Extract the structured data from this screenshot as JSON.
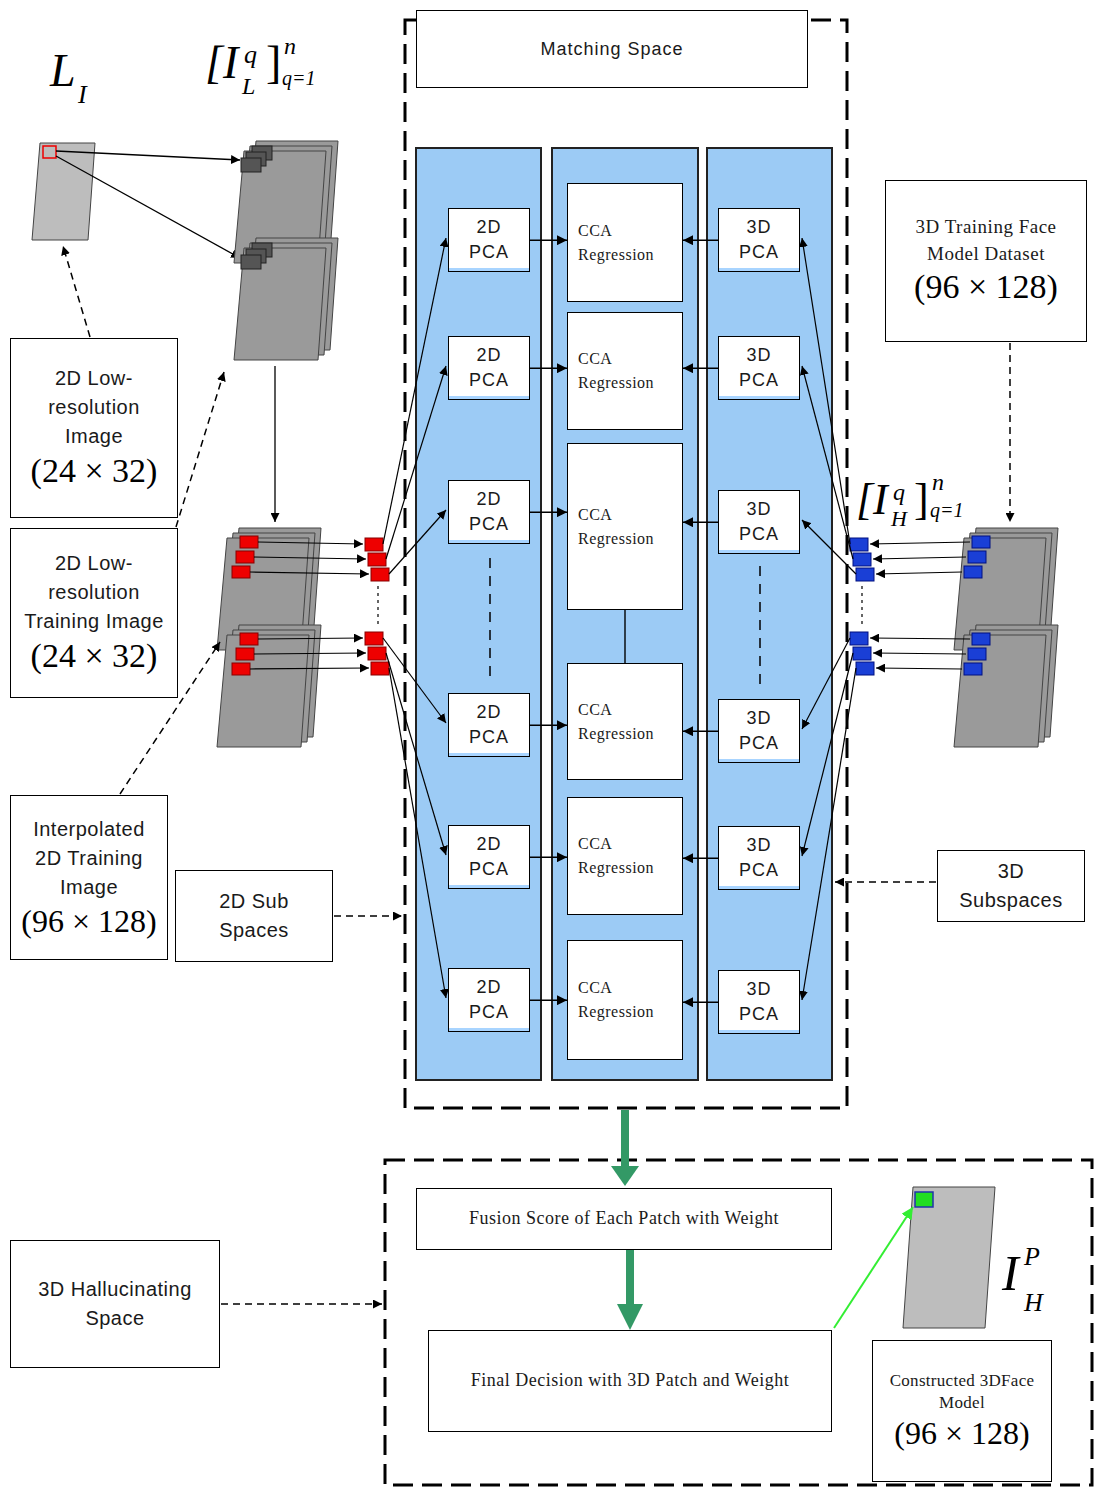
{
  "diagram": {
    "nodes": [
      {
        "text": [
          "Matching Space"
        ]
      },
      {
        "text": [
          "2D Low-resolution Image",
          "(24 × 32)"
        ]
      },
      {
        "text": [
          "2D Low-resolution Training Image",
          "(24 × 32)"
        ]
      },
      {
        "text": [
          "Interpolated 2D Training Image",
          "(96 × 128)"
        ]
      },
      {
        "text": [
          "2D Sub Spaces"
        ]
      },
      {
        "text": [
          "3D Training Face Model Dataset",
          "(96 × 128)"
        ]
      },
      {
        "text": [
          "3D Subspaces"
        ]
      },
      {
        "text": [
          "2D PCA"
        ]
      },
      {
        "text": [
          "2D PCA"
        ]
      },
      {
        "text": [
          "2D PCA"
        ]
      },
      {
        "text": [
          "2D PCA"
        ]
      },
      {
        "text": [
          "2D PCA"
        ]
      },
      {
        "text": [
          "2D PCA"
        ]
      },
      {
        "text": [
          "CCA Regression"
        ]
      },
      {
        "text": [
          "CCA Regression"
        ]
      },
      {
        "text": [
          "CCA Regression"
        ]
      },
      {
        "text": [
          "CCA Regression"
        ]
      },
      {
        "text": [
          "CCA Regression"
        ]
      },
      {
        "text": [
          "CCA Regression"
        ]
      },
      {
        "text": [
          "3D PCA"
        ]
      },
      {
        "text": [
          "3D PCA"
        ]
      },
      {
        "text": [
          "3D PCA"
        ]
      },
      {
        "text": [
          "3D PCA"
        ]
      },
      {
        "text": [
          "3D PCA"
        ]
      },
      {
        "text": [
          "3D PCA"
        ]
      },
      {
        "text": [
          "3D Hallucinating Space"
        ]
      },
      {
        "text": [
          "Fusion Score of Each Patch with Weight"
        ]
      },
      {
        "text": [
          "Final Decision with 3D Patch and Weight"
        ]
      },
      {
        "text": [
          "Constructed 3DFace Model",
          "(96 × 128)"
        ]
      }
    ],
    "edges": [
      {
        "from": 7,
        "to": 13,
        "arrow": "to"
      },
      {
        "from": 8,
        "to": 14,
        "arrow": "to"
      },
      {
        "from": 9,
        "to": 15,
        "arrow": "to"
      },
      {
        "from": 10,
        "to": 16,
        "arrow": "to"
      },
      {
        "from": 11,
        "to": 17,
        "arrow": "to"
      },
      {
        "from": 12,
        "to": 18,
        "arrow": "to"
      },
      {
        "from": 19,
        "to": 13,
        "arrow": "to"
      },
      {
        "from": 20,
        "to": 14,
        "arrow": "to"
      },
      {
        "from": 21,
        "to": 15,
        "arrow": "to"
      },
      {
        "from": 22,
        "to": 16,
        "arrow": "to"
      },
      {
        "from": 23,
        "to": 17,
        "arrow": "to"
      },
      {
        "from": 24,
        "to": 18,
        "arrow": "to"
      },
      {
        "from": 15,
        "to": 16,
        "arrow": "none"
      },
      {
        "from": 26,
        "to": 27,
        "arrow": "to"
      }
    ],
    "labels": [
      "L",
      "I",
      "[I",
      "q",
      "L",
      "]",
      "n",
      "q=1",
      "[I",
      "q",
      "H",
      "]",
      "n",
      "q=1",
      "I",
      "P",
      "H"
    ]
  }
}
